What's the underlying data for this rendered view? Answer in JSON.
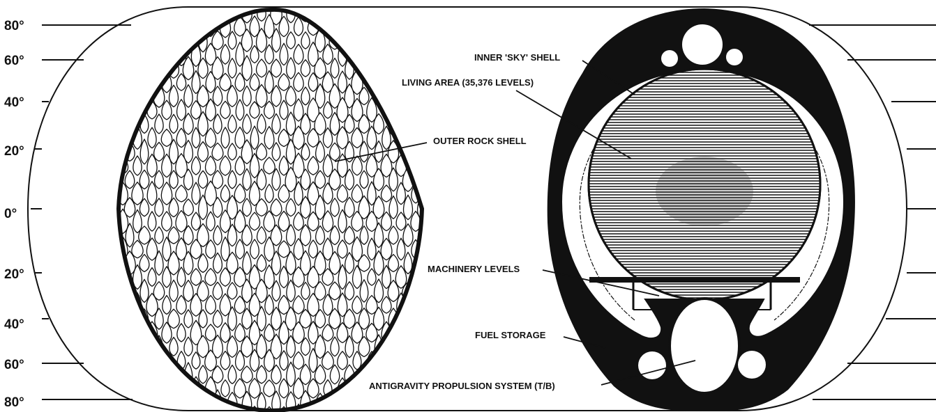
{
  "latitude_scale": {
    "labels": [
      "80°",
      "60°",
      "40°",
      "20°",
      "0°",
      "20°",
      "40°",
      "60°",
      "80°"
    ]
  },
  "callouts": {
    "inner_sky_shell": "INNER 'SKY' SHELL",
    "living_area": "LIVING AREA (35,376 LEVELS)",
    "outer_rock_shell": "OUTER ROCK SHELL",
    "machinery_levels": "MACHINERY LEVELS",
    "fuel_storage": "FUEL STORAGE",
    "antigravity_propulsion": "ANTIGRAVITY PROPULSION SYSTEM (T/B)"
  }
}
